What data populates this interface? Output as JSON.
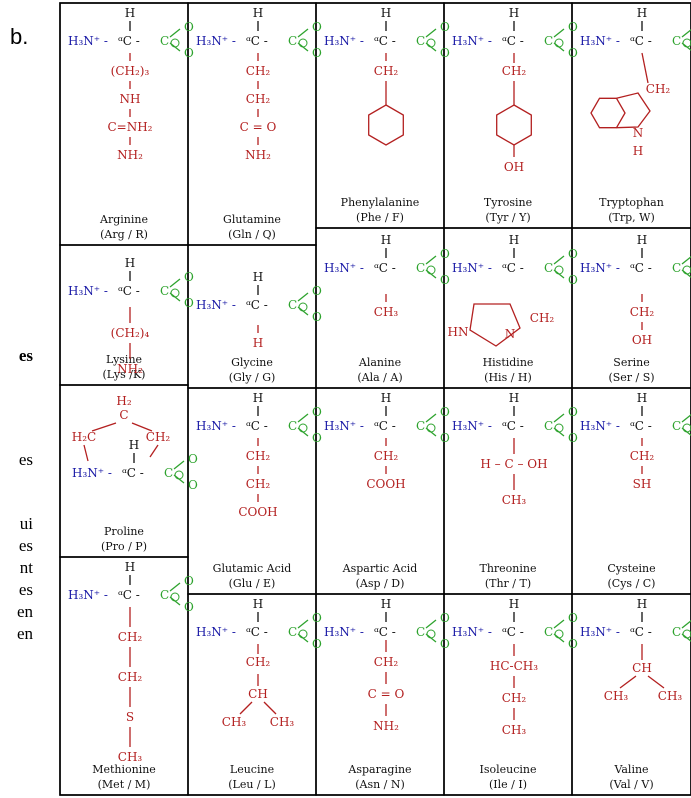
{
  "panel_label": "b.",
  "side_text": [
    "es",
    "es",
    "ui",
    "es",
    "nt",
    "es",
    "en",
    "en"
  ],
  "colors": {
    "amine": "#1a1aa6",
    "carboxyl": "#2ea32e",
    "side_chain": "#b32020",
    "border": "#000000"
  },
  "backbone": {
    "h": "H",
    "amine": "H₃N⁺ -",
    "alpha": "ᵅC -",
    "c": "C",
    "o": "O"
  },
  "amino_acids": [
    {
      "id": "arginine",
      "name": "Arginine",
      "abbr": "(Arg / R)",
      "side": [
        "(CH₂)₃",
        "NH",
        "C=NH₂",
        "NH₂"
      ]
    },
    {
      "id": "glutamine",
      "name": "Glutamine",
      "abbr": "(Gln / Q)",
      "side": [
        "CH₂",
        "CH₂",
        "C = O",
        "NH₂"
      ]
    },
    {
      "id": "phenylalanine",
      "name": "Phenylalanine",
      "abbr": "(Phe / F)",
      "side": [
        "CH₂"
      ]
    },
    {
      "id": "tyrosine",
      "name": "Tyrosine",
      "abbr": "(Tyr / Y)",
      "side": [
        "CH₂",
        "OH"
      ]
    },
    {
      "id": "tryptophan",
      "name": "Tryptophan",
      "abbr": "(Trp, W)",
      "side": [
        "CH₂",
        "N",
        "H"
      ]
    },
    {
      "id": "lysine",
      "name": "Lysine",
      "abbr": "(Lys /K)",
      "side": [
        "(CH₂)₄",
        "NH₂"
      ]
    },
    {
      "id": "glycine",
      "name": "Glycine",
      "abbr": "(Gly / G)",
      "side": [
        "H"
      ]
    },
    {
      "id": "alanine",
      "name": "Alanine",
      "abbr": "(Ala / A)",
      "side": [
        "CH₃"
      ]
    },
    {
      "id": "histidine",
      "name": "Histidine",
      "abbr": "(His / H)",
      "side": [
        "CH₂",
        "HN",
        "N"
      ]
    },
    {
      "id": "serine",
      "name": "Serine",
      "abbr": "(Ser / S)",
      "side": [
        "CH₂",
        "OH"
      ]
    },
    {
      "id": "proline",
      "name": "Proline",
      "abbr": "(Pro / P)",
      "side": [
        "H₂",
        "C",
        "H₂C",
        "CH₂"
      ]
    },
    {
      "id": "glutamic-acid",
      "name": "Glutamic Acid",
      "abbr": "(Glu / E)",
      "side": [
        "CH₂",
        "CH₂",
        "COOH"
      ]
    },
    {
      "id": "aspartic-acid",
      "name": "Aspartic Acid",
      "abbr": "(Asp / D)",
      "side": [
        "CH₂",
        "COOH"
      ]
    },
    {
      "id": "threonine",
      "name": "Threonine",
      "abbr": "(Thr / T)",
      "side": [
        "H – C – OH",
        "CH₃"
      ]
    },
    {
      "id": "cysteine",
      "name": "Cysteine",
      "abbr": "(Cys / C)",
      "side": [
        "CH₂",
        "SH"
      ]
    },
    {
      "id": "methionine",
      "name": "Methionine",
      "abbr": "(Met / M)",
      "side": [
        "CH₂",
        "CH₂",
        "S",
        "CH₃"
      ]
    },
    {
      "id": "leucine",
      "name": "Leucine",
      "abbr": "(Leu / L)",
      "side": [
        "CH₂",
        "CH",
        "CH₃",
        "CH₃"
      ]
    },
    {
      "id": "asparagine",
      "name": "Asparagine",
      "abbr": "(Asn / N)",
      "side": [
        "CH₂",
        "C = O",
        "NH₂"
      ]
    },
    {
      "id": "isoleucine",
      "name": "Isoleucine",
      "abbr": "(Ile / I)",
      "side": [
        "HC-CH₃",
        "CH₂",
        "CH₃"
      ]
    },
    {
      "id": "valine",
      "name": "Valine",
      "abbr": "(Val / V)",
      "side": [
        "CH",
        "CH₃",
        "CH₃"
      ]
    }
  ]
}
